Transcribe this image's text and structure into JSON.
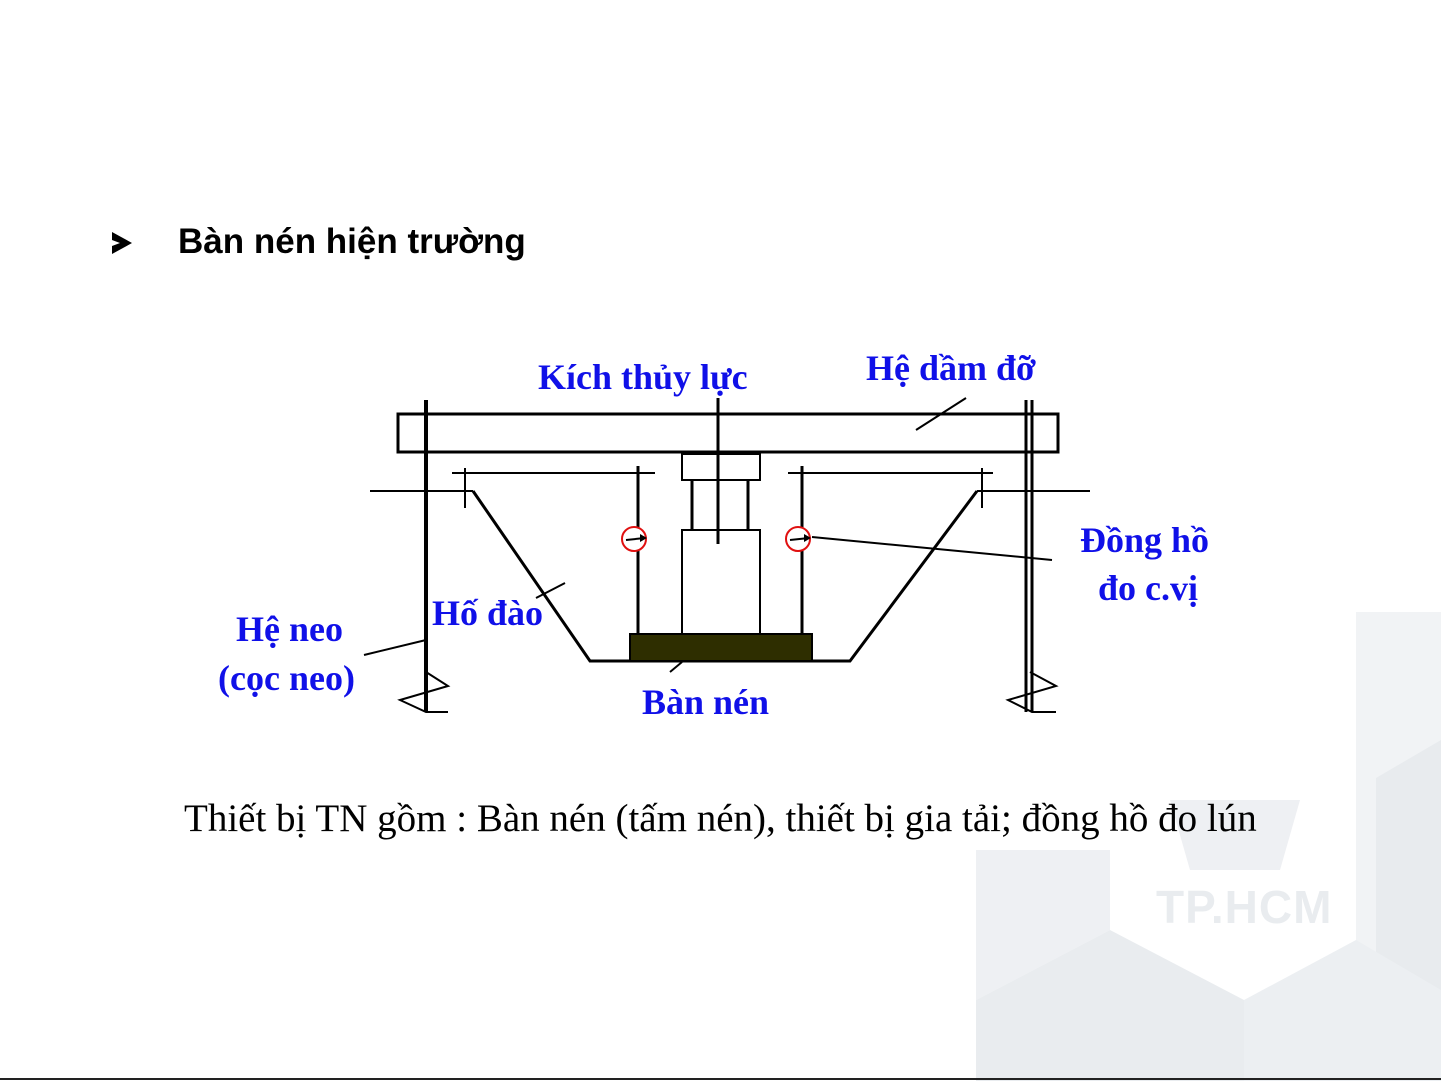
{
  "heading": {
    "text": "Bàn nén hiện trường",
    "bullet_icon": "arrowhead-bullet-icon"
  },
  "diagram": {
    "labels": {
      "jack": "Kích thủy lực",
      "beam": "Hệ dầm đỡ",
      "gauge_line1": "Đồng hồ",
      "gauge_line2": "đo c.vị",
      "pit": "Hố đào",
      "anchor_line1": "Hệ neo",
      "anchor_line2": "(cọc neo)",
      "plate": "Bàn nén"
    },
    "colors": {
      "label": "#1010e8",
      "line": "#000000",
      "plate": "#2e2e00",
      "gauge": "#e01010"
    }
  },
  "caption": "Thiết bị TN gồm : Bàn nén (tấm nén), thiết bị gia tải; đồng hồ đo lún",
  "watermark": {
    "text": "TP.HCM"
  }
}
